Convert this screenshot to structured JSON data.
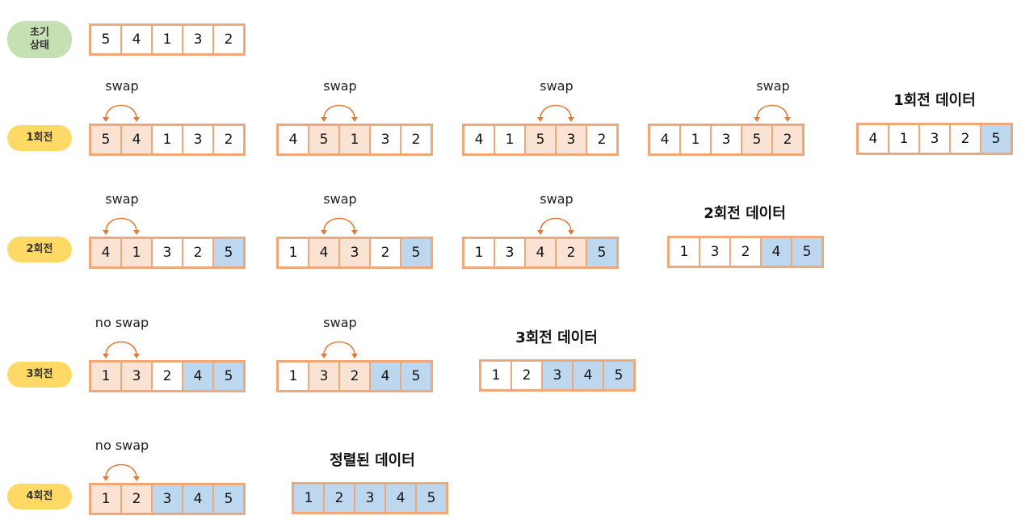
{
  "initial": {
    "label": "초기\n상태",
    "values": [
      5,
      4,
      1,
      3,
      2
    ]
  },
  "rounds": [
    {
      "label": "1회전",
      "result_title": "1회전 데이터",
      "result": [
        4,
        1,
        3,
        2,
        5
      ],
      "result_sorted_from": 4,
      "steps": [
        {
          "note": "swap",
          "values": [
            5,
            4,
            1,
            3,
            2
          ],
          "pair": 0
        },
        {
          "note": "swap",
          "values": [
            4,
            5,
            1,
            3,
            2
          ],
          "pair": 1
        },
        {
          "note": "swap",
          "values": [
            4,
            1,
            5,
            3,
            2
          ],
          "pair": 2
        },
        {
          "note": "swap",
          "values": [
            4,
            1,
            3,
            5,
            2
          ],
          "pair": 3
        }
      ]
    },
    {
      "label": "2회전",
      "result_title": "2회전 데이터",
      "result": [
        1,
        3,
        2,
        4,
        5
      ],
      "result_sorted_from": 3,
      "steps": [
        {
          "note": "swap",
          "values": [
            4,
            1,
            3,
            2,
            5
          ],
          "pair": 0
        },
        {
          "note": "swap",
          "values": [
            1,
            4,
            3,
            2,
            5
          ],
          "pair": 1
        },
        {
          "note": "swap",
          "values": [
            1,
            3,
            4,
            2,
            5
          ],
          "pair": 2
        }
      ]
    },
    {
      "label": "3회전",
      "result_title": "3회전 데이터",
      "result": [
        1,
        2,
        3,
        4,
        5
      ],
      "result_sorted_from": 2,
      "steps": [
        {
          "note": "no swap",
          "values": [
            1,
            3,
            2,
            4,
            5
          ],
          "pair": 0
        },
        {
          "note": "swap",
          "values": [
            1,
            3,
            2,
            4,
            5
          ],
          "pair": 1
        }
      ]
    },
    {
      "label": "4회전",
      "result_title": "정렬된 데이터",
      "result": [
        1,
        2,
        3,
        4,
        5
      ],
      "result_sorted_from": 0,
      "steps": [
        {
          "note": "no swap",
          "values": [
            1,
            2,
            3,
            4,
            5
          ],
          "pair": 0
        }
      ]
    }
  ],
  "colors": {
    "border": "#f0a878",
    "swap_fill": "#fbe3d4",
    "sorted_fill": "#bdd7ee",
    "arrow": "#e07b39"
  }
}
